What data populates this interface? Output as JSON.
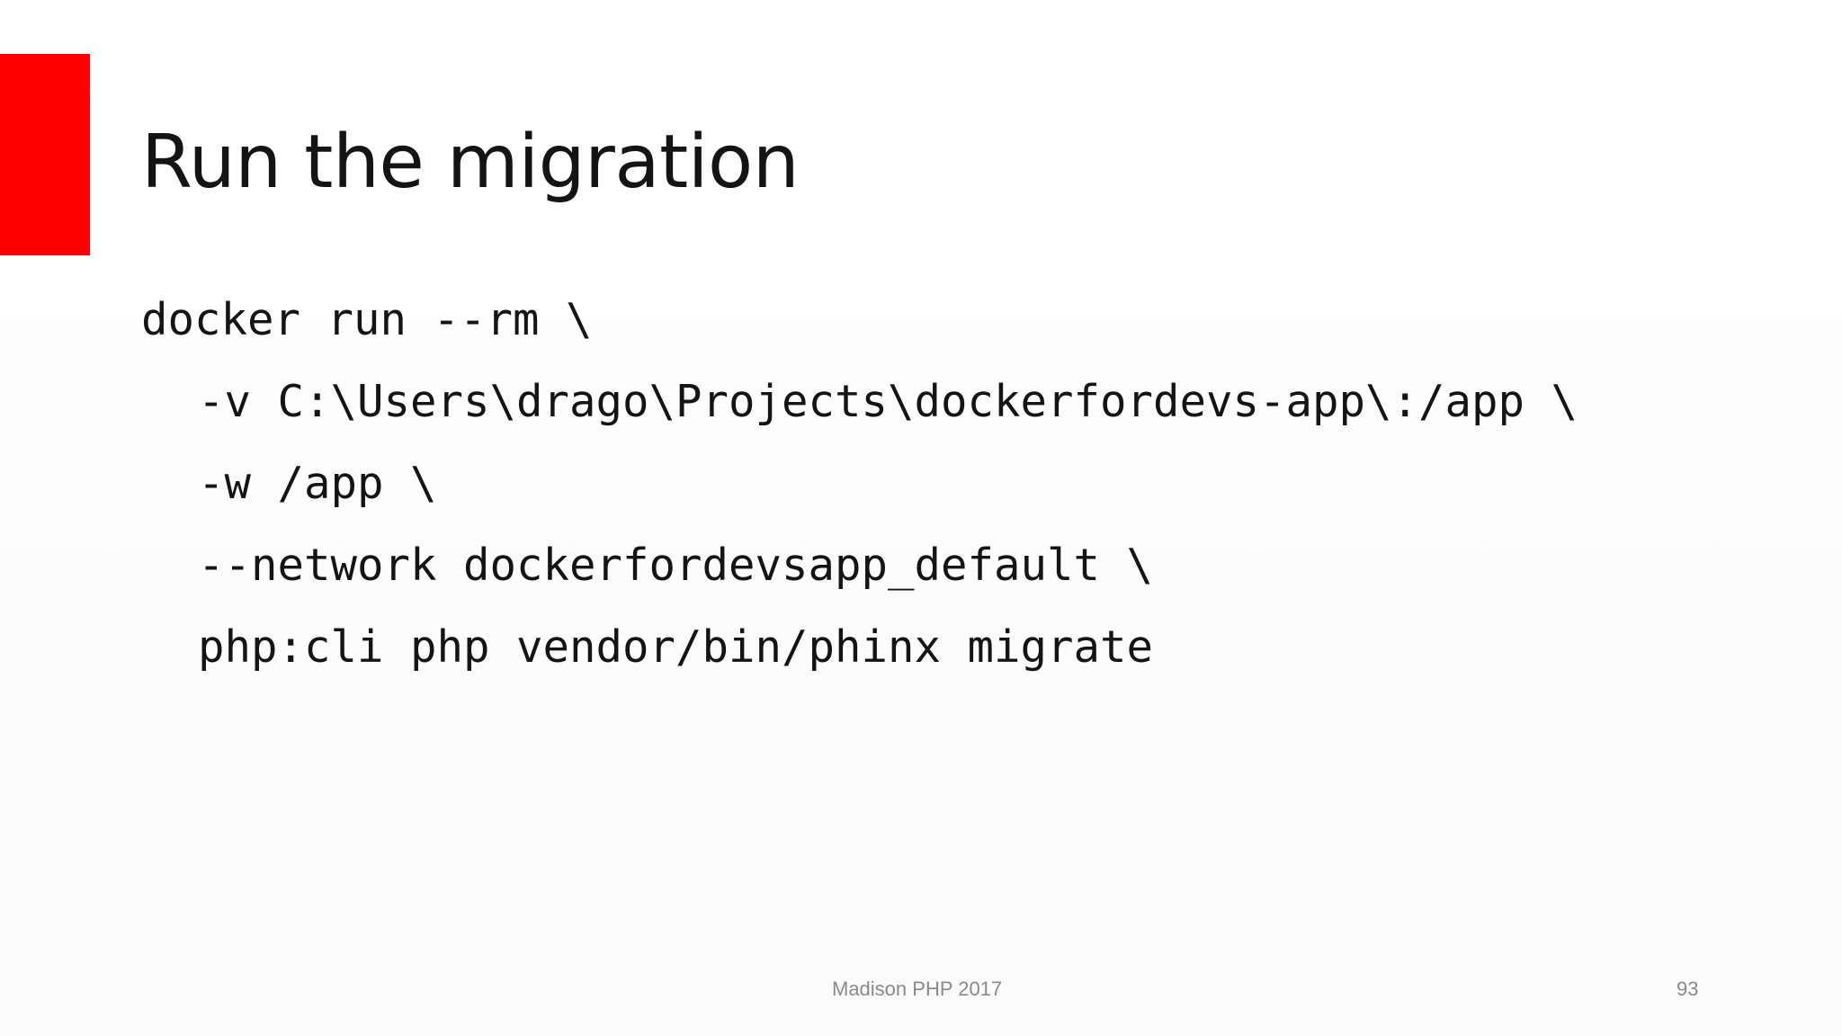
{
  "slide": {
    "title": "Run the migration",
    "code_lines": [
      "docker run --rm \\",
      "-v C:\\Users\\drago\\Projects\\dockerfordevs-app\\:/app \\",
      "-w /app \\",
      "--network dockerfordevsapp_default \\",
      "php:cli php vendor/bin/phinx migrate"
    ],
    "footer": "Madison PHP 2017",
    "page_number": "93"
  },
  "colors": {
    "accent": "#ff0000",
    "text": "#141414",
    "footer_text": "#8a8a8a",
    "background": "#ffffff"
  }
}
